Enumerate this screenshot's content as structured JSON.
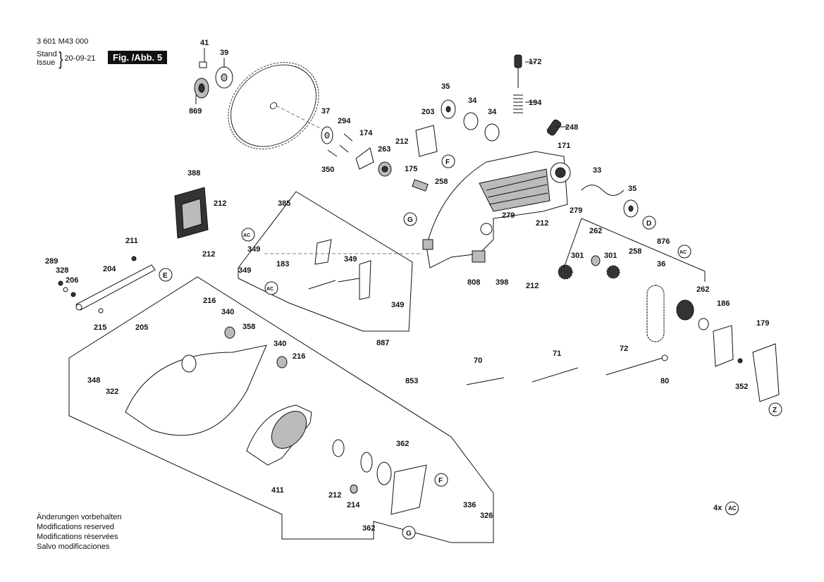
{
  "header": {
    "doc_number": "3 601 M43 000",
    "stand_label": "Stand",
    "issue_label": "Issue",
    "date": "20-09-21",
    "figure": "Fig. /Abb. 5"
  },
  "notice": [
    "Änderungen vorbehalten",
    "Modifications reserved",
    "Modifications réservées",
    "Salvo modificaciones"
  ],
  "footer_note": {
    "count": "4x",
    "ref": "AC"
  },
  "part_numbers": [
    "41",
    "39",
    "869",
    "37",
    "294",
    "174",
    "263",
    "350",
    "175",
    "258",
    "212",
    "203",
    "35",
    "34",
    "34",
    "172",
    "194",
    "248",
    "171",
    "33",
    "35",
    "279",
    "279",
    "212",
    "262",
    "301",
    "301",
    "258",
    "876",
    "36",
    "262",
    "186",
    "179",
    "352",
    "808",
    "398",
    "212",
    "388",
    "212",
    "212",
    "385",
    "349",
    "349",
    "183",
    "349",
    "349",
    "887",
    "211",
    "289",
    "328",
    "206",
    "204",
    "215",
    "216",
    "340",
    "358",
    "205",
    "340",
    "216",
    "348",
    "322",
    "853",
    "362",
    "411",
    "212",
    "214",
    "362",
    "336",
    "326",
    "70",
    "71",
    "72",
    "80"
  ],
  "ref_letters": [
    "F",
    "G",
    "E",
    "D",
    "F",
    "G",
    "Z"
  ],
  "ref_ac": [
    "AC",
    "AC",
    "AC"
  ]
}
